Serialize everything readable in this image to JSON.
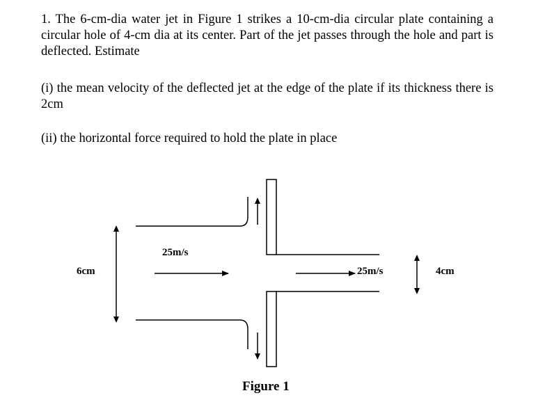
{
  "problem": {
    "p1": "1.  The 6-cm-dia water jet in Figure 1 strikes a 10-cm-dia circular plate containing a circular hole of 4-cm dia at its center. Part of the jet passes through the hole and part is deflected. Estimate",
    "p2": "(i) the mean velocity of the deflected jet at the edge of the plate if its thickness there is 2cm",
    "p3": "(ii) the horizontal force required to hold the plate in place"
  },
  "figure": {
    "inlet_velocity": "25m/s",
    "outlet_velocity": "25m/s",
    "jet_diameter": "6cm",
    "hole_diameter": "4cm",
    "caption": "Figure 1"
  }
}
